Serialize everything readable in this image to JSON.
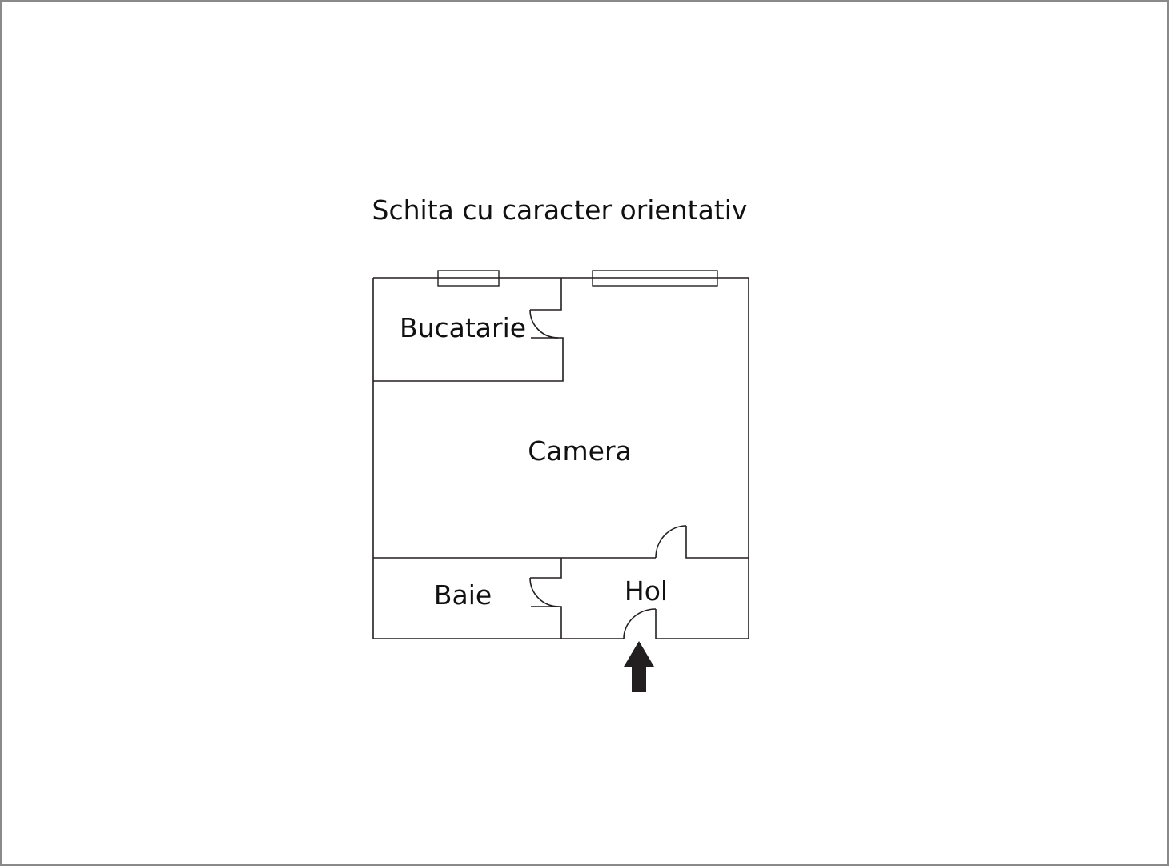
{
  "title": "Schita cu caracter orientativ",
  "rooms": {
    "kitchen": "Bucatarie",
    "room": "Camera",
    "bath": "Baie",
    "hall": "Hol"
  },
  "entrance_icon": "arrow-up-icon",
  "colors": {
    "line": "#231f20",
    "frame": "#8a8a8a",
    "background": "#ffffff"
  }
}
